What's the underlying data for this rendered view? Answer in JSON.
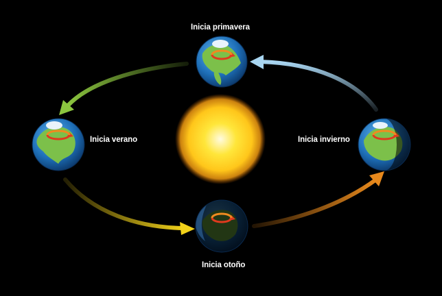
{
  "labels": {
    "spring": "Inicia primavera",
    "summer": "Inicia verano",
    "winter": "Inicia invierno",
    "autumn": "Inicia otoño"
  },
  "colors": {
    "background": "#000000",
    "sun": "#ffd21a",
    "arrow_spring_to_summer": "#8cc63f",
    "arrow_summer_to_autumn": "#f2d21a",
    "arrow_autumn_to_winter": "#e8891c",
    "arrow_winter_to_spring": "#a9d6f2",
    "rotation_arrow": "#e03a1e",
    "ocean": "#1e6fb8",
    "land": "#7cc04a"
  },
  "icons": {
    "center": "sun-icon",
    "orbit_positions": "earth-globe-icon",
    "rotation": "rotation-arrow-icon"
  }
}
